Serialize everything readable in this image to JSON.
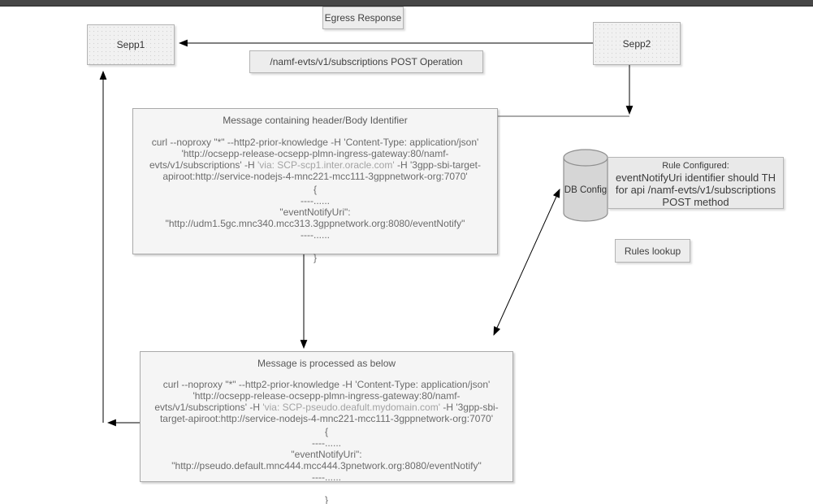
{
  "sepp1": {
    "label": "Sepp1"
  },
  "sepp2": {
    "label": "Sepp2"
  },
  "egress": {
    "text": "Egress Response"
  },
  "post_op": {
    "text": "/namf-evts/v1/subscriptions POST Operation"
  },
  "msg1": {
    "title": "Message containing header/Body Identifier",
    "curl_pre": "curl --noproxy \"*\" --http2-prior-knowledge -H 'Content-Type: application/json' 'http://ocsepp-release-ocsepp-plmn-ingress-gateway:80/namf-evts/v1/subscriptions'  -H ",
    "curl_via": "'via: SCP-scp1.inter.oracle.com'",
    "curl_post": " -H '3gpp-sbi-target-apiroot:http://service-nodejs-4-mnc221-mcc111-3gppnetwork-org:7070'",
    "body": [
      "{",
      "----......",
      "\"eventNotifyUri\":",
      "\"http://udm1.5gc.mnc340.mcc313.3gppnetwork.org:8080/eventNotify\"",
      "----......",
      "",
      "}"
    ]
  },
  "msg2": {
    "title": "Message is processed as below",
    "curl_pre": "curl --noproxy \"*\" --http2-prior-knowledge -H 'Content-Type: application/json' 'http://ocsepp-release-ocsepp-plmn-ingress-gateway:80/namf-evts/v1/subscriptions'  -H ",
    "curl_via": "'via: SCP-pseudo.deafult.mydomain.com'",
    "curl_post": " -H '3gpp-sbi-target-apiroot:http://service-nodejs-4-mnc221-mcc111-3gppnetwork-org:7070'",
    "body": [
      "{",
      "----......",
      "\"eventNotifyUri\":",
      "\"http://pseudo.default.mnc444.mcc444.3pnetwork.org:8080/eventNotify\"",
      "----......",
      "",
      "}"
    ]
  },
  "db": {
    "label": "DB Config"
  },
  "rule": {
    "title": "Rule Configured:",
    "body": "eventNotifyUri identifier should TH for api /namf-evts/v1/subscriptions POST method"
  },
  "rules_lookup": {
    "text": "Rules lookup"
  },
  "colors": {
    "topbar": "#474747",
    "node_fill": "#f2f2f2",
    "node_border": "#b3b3b3",
    "msg_fill": "#f5f5f5",
    "text_primary": "#333333",
    "text_muted": "#6b6b6b",
    "text_light": "#a3a3a3",
    "arrow": "#000000"
  }
}
